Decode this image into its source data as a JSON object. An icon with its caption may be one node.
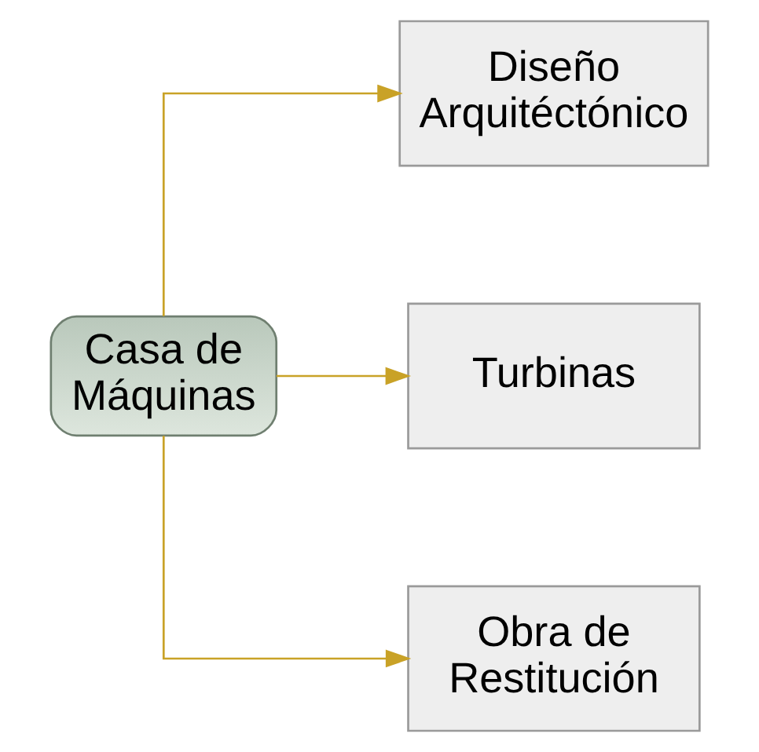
{
  "diagram": {
    "nodes": [
      {
        "text": [
          "Casa de Máquinas"
        ]
      },
      {
        "text": [
          "Diseño Arquitéctónico"
        ]
      },
      {
        "text": [
          "Turbinas"
        ]
      },
      {
        "text": [
          "Obra de Restitución"
        ]
      }
    ],
    "edges": [
      {
        "from": 0,
        "to": 1,
        "arrow": "to"
      },
      {
        "from": 0,
        "to": 2,
        "arrow": "to"
      },
      {
        "from": 0,
        "to": 3,
        "arrow": "to"
      }
    ]
  }
}
